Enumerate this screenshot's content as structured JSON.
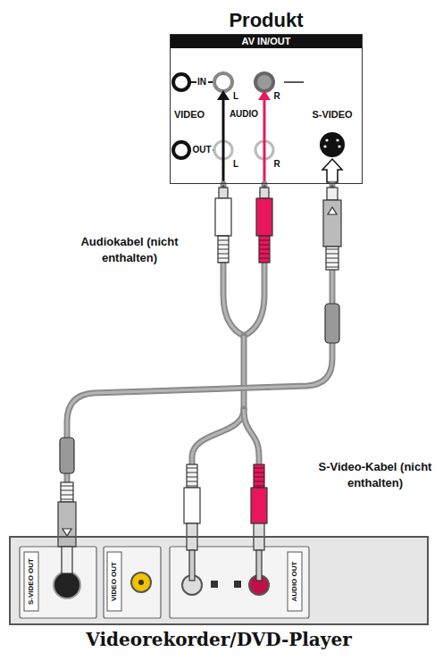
{
  "diagram": {
    "nodes": [
      {
        "text": [
          "Produkt",
          "AV IN/OUT"
        ]
      },
      {
        "text": [
          "Videorekorder/DVD-Player"
        ]
      }
    ],
    "edges": [
      {
        "from": 1,
        "to": 0,
        "arrow": "to",
        "label": "Audiokabel (nicht enthalten)"
      },
      {
        "from": 1,
        "to": 0,
        "arrow": "to",
        "label": "S-Video-Kabel (nicht enthalten)"
      }
    ],
    "labels": [
      "IN",
      "L",
      "R",
      "VIDEO",
      "AUDIO",
      "S-VIDEO",
      "OUT",
      "L",
      "R",
      "S-VIDEO OUT",
      "VIDEO OUT",
      "AUDIO OUT"
    ]
  }
}
